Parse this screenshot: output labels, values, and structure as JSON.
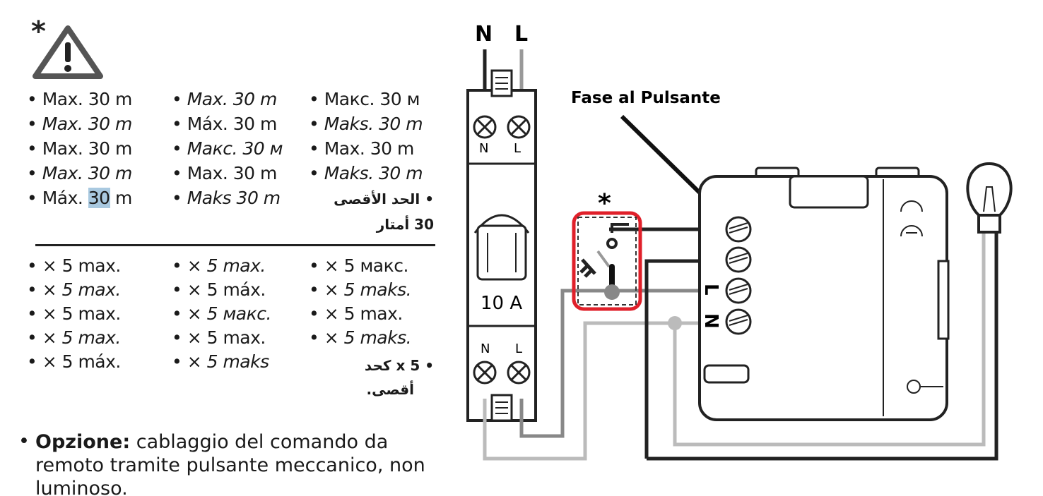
{
  "warning": {
    "asterisk": "*",
    "icon": "warning-triangle-icon"
  },
  "distance_rows": [
    [
      "Max. 30 m",
      "Max. 30 m",
      "Макс. 30 м"
    ],
    [
      "Max. 30 m",
      "Máx. 30 m",
      "Maks. 30 m"
    ],
    [
      "Max. 30 m",
      "Макс. 30 м",
      "Max. 30 m"
    ],
    [
      "Max. 30 m",
      "Max. 30 m",
      "Maks. 30 m"
    ],
    [
      "Máx. ",
      "Maks 30 m"
    ]
  ],
  "distance_highlight": "30",
  "distance_last_suffix": " m",
  "distance_arabic": [
    "الحد الأقصى",
    "30 أمتار"
  ],
  "count_rows": [
    [
      "× 5 max.",
      "× 5 max.",
      "× 5 макс."
    ],
    [
      "× 5 max.",
      "× 5 máx.",
      "× 5 maks."
    ],
    [
      "× 5 max.",
      "× 5 макс.",
      "× 5 max."
    ],
    [
      "× 5 max.",
      "× 5 max.",
      "× 5 maks."
    ],
    [
      "× 5 máx.",
      "× 5 maks"
    ]
  ],
  "count_arabic": [
    "5 x كحد",
    "أقصى."
  ],
  "option": {
    "bold": "Opzione:",
    "text": " cablaggio del comando da remoto tramite pulsante meccanico, non luminoso."
  },
  "diagram": {
    "supply_n": "N",
    "supply_l": "L",
    "breaker_top_n": "N",
    "breaker_top_l": "L",
    "breaker_bottom_n": "N",
    "breaker_bottom_l": "L",
    "breaker_rating": "10 A",
    "callout": "Fase al Pulsante",
    "switch_asterisk": "*",
    "module_l": "L",
    "module_n": "N",
    "highlight_color": "#e0202a"
  }
}
